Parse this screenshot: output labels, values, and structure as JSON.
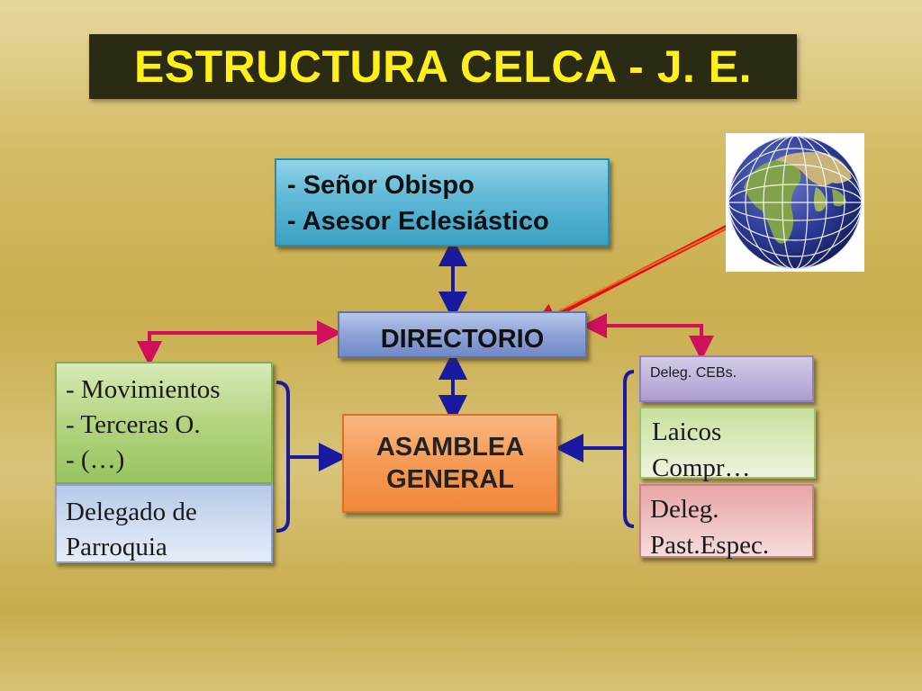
{
  "title": "ESTRUCTURA CELCA - J. E.",
  "top_box": {
    "lines": [
      "- Señor Obispo",
      "- Asesor Eclesiástico"
    ]
  },
  "directorio": {
    "label": "DIRECTORIO"
  },
  "asamblea": {
    "lines": [
      "ASAMBLEA",
      "GENERAL"
    ]
  },
  "left_group": {
    "movimientos": {
      "lines": [
        "- Movimientos",
        "- Terceras O.",
        "- (…)"
      ]
    },
    "delegado": {
      "lines": [
        "Delegado de",
        "Parroquia"
      ]
    }
  },
  "right_group": {
    "cebs": {
      "label": "Deleg. CEBs."
    },
    "laicos": {
      "lines": [
        "Laicos",
        "Compr…"
      ]
    },
    "pastoral": {
      "lines": [
        "Deleg.",
        "Past.Espec."
      ]
    }
  },
  "colors": {
    "title_bg": "#2b2a14",
    "title_text": "#ffef1a",
    "blue_arrow": "#1a1aa0",
    "magenta_arrow": "#d0105a",
    "red_arrow": "#e01010"
  },
  "icons": [
    "globe-icon"
  ]
}
